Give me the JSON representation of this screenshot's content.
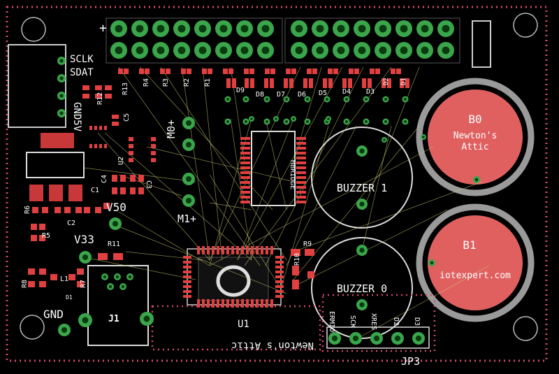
{
  "colors": {
    "background": "#000000",
    "silkscreen": "#d8d8d8",
    "copper_pad": "#e04040",
    "via_ring": "#3aa54a",
    "drill_hole": "#0a3a10",
    "airwire": "#c8c870",
    "keepout_dots": "#d04a6a",
    "button_cap": "#e06060",
    "button_ring": "#9a9a9a"
  },
  "labels": {
    "sclk": "SCLK",
    "sdat": "SDAT",
    "gnd5v": "GND5V",
    "v50": "V50",
    "v33": "V33",
    "gnd": "GND",
    "j1": "J1",
    "u1": "U1",
    "newtons_attic_bottom": "Newton's Attic",
    "m0": "M0+",
    "m1": "M1+",
    "hbridge": "HBRIDGE",
    "buzzer1": "BUZZER 1",
    "buzzer0": "BUZZER 0",
    "b0": "B0",
    "b1": "B1",
    "newtons_attic_button": "Newton's",
    "attic_button": "Attic",
    "iotexpert": "iotexpert.com",
    "jp3": "JP3",
    "r13": "R13",
    "r12": "R12",
    "r11": "R11",
    "r10": "R10",
    "r9": "R9",
    "r8": "R8",
    "r7": "R7",
    "r6": "R6",
    "r5": "R5",
    "r4": "R4",
    "r3": "R3",
    "r2": "R2",
    "r1": "R1",
    "c1": "C1",
    "c2": "C2",
    "c3": "C3",
    "c4": "C4",
    "c5": "C5",
    "u2": "U2",
    "d1": "D1",
    "d2": "D2",
    "d3": "D3",
    "d4": "D4",
    "d5": "D5",
    "d6": "D6",
    "d7": "D7",
    "d8": "D8",
    "d9": "D9",
    "l1": "L1",
    "jp3_pin1": "ERMIO",
    "jp3_pin2": "SCK",
    "jp3_pin3": "XRES",
    "jp3_pin4": "D2",
    "jp3_pin5": "D3"
  }
}
